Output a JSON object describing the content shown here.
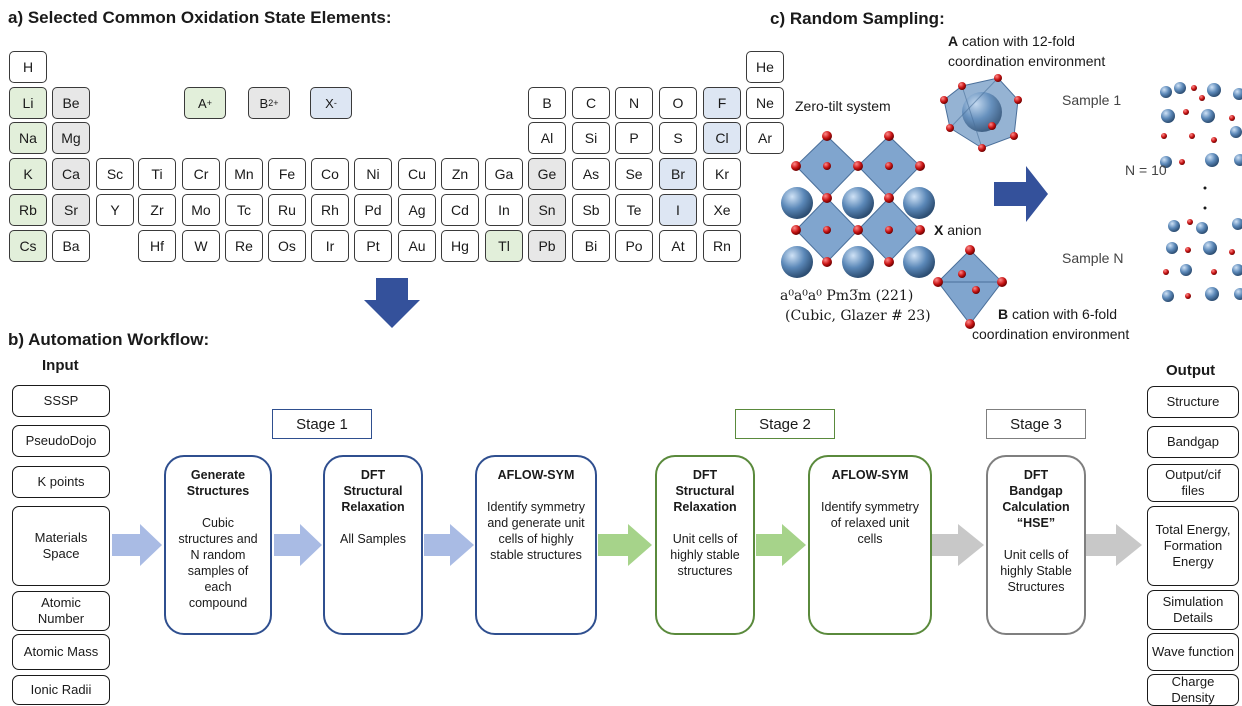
{
  "panel_a": {
    "title": "a) Selected Common Oxidation State Elements:",
    "legend": [
      {
        "key": "A",
        "base": "A",
        "sup": "+"
      },
      {
        "key": "B",
        "base": "B",
        "sup": "2+"
      },
      {
        "key": "X",
        "base": "X",
        "sup": "-"
      }
    ],
    "elements": [
      {
        "s": "H",
        "r": 0,
        "c": 0,
        "k": ""
      },
      {
        "s": "He",
        "r": 0,
        "c": 17,
        "k": ""
      },
      {
        "s": "Li",
        "r": 1,
        "c": 0,
        "k": "A"
      },
      {
        "s": "Be",
        "r": 1,
        "c": 1,
        "k": "B"
      },
      {
        "s": "B",
        "r": 1,
        "c": 12,
        "k": ""
      },
      {
        "s": "C",
        "r": 1,
        "c": 13,
        "k": ""
      },
      {
        "s": "N",
        "r": 1,
        "c": 14,
        "k": ""
      },
      {
        "s": "O",
        "r": 1,
        "c": 15,
        "k": ""
      },
      {
        "s": "F",
        "r": 1,
        "c": 16,
        "k": "X"
      },
      {
        "s": "Ne",
        "r": 1,
        "c": 17,
        "k": ""
      },
      {
        "s": "Na",
        "r": 2,
        "c": 0,
        "k": "A"
      },
      {
        "s": "Mg",
        "r": 2,
        "c": 1,
        "k": "B"
      },
      {
        "s": "Al",
        "r": 2,
        "c": 12,
        "k": ""
      },
      {
        "s": "Si",
        "r": 2,
        "c": 13,
        "k": ""
      },
      {
        "s": "P",
        "r": 2,
        "c": 14,
        "k": ""
      },
      {
        "s": "S",
        "r": 2,
        "c": 15,
        "k": ""
      },
      {
        "s": "Cl",
        "r": 2,
        "c": 16,
        "k": "X"
      },
      {
        "s": "Ar",
        "r": 2,
        "c": 17,
        "k": ""
      },
      {
        "s": "K",
        "r": 3,
        "c": 0,
        "k": "A"
      },
      {
        "s": "Ca",
        "r": 3,
        "c": 1,
        "k": "B"
      },
      {
        "s": "Sc",
        "r": 3,
        "c": 2,
        "k": ""
      },
      {
        "s": "Ti",
        "r": 3,
        "c": 3,
        "k": ""
      },
      {
        "s": "Cr",
        "r": 3,
        "c": 4,
        "k": ""
      },
      {
        "s": "Mn",
        "r": 3,
        "c": 5,
        "k": ""
      },
      {
        "s": "Fe",
        "r": 3,
        "c": 6,
        "k": ""
      },
      {
        "s": "Co",
        "r": 3,
        "c": 7,
        "k": ""
      },
      {
        "s": "Ni",
        "r": 3,
        "c": 8,
        "k": ""
      },
      {
        "s": "Cu",
        "r": 3,
        "c": 9,
        "k": ""
      },
      {
        "s": "Zn",
        "r": 3,
        "c": 10,
        "k": ""
      },
      {
        "s": "Ga",
        "r": 3,
        "c": 11,
        "k": ""
      },
      {
        "s": "Ge",
        "r": 3,
        "c": 12,
        "k": "B"
      },
      {
        "s": "As",
        "r": 3,
        "c": 13,
        "k": ""
      },
      {
        "s": "Se",
        "r": 3,
        "c": 14,
        "k": ""
      },
      {
        "s": "Br",
        "r": 3,
        "c": 15,
        "k": "X"
      },
      {
        "s": "Kr",
        "r": 3,
        "c": 16,
        "k": ""
      },
      {
        "s": "Rb",
        "r": 4,
        "c": 0,
        "k": "A"
      },
      {
        "s": "Sr",
        "r": 4,
        "c": 1,
        "k": "B"
      },
      {
        "s": "Y",
        "r": 4,
        "c": 2,
        "k": ""
      },
      {
        "s": "Zr",
        "r": 4,
        "c": 3,
        "k": ""
      },
      {
        "s": "Mo",
        "r": 4,
        "c": 4,
        "k": ""
      },
      {
        "s": "Tc",
        "r": 4,
        "c": 5,
        "k": ""
      },
      {
        "s": "Ru",
        "r": 4,
        "c": 6,
        "k": ""
      },
      {
        "s": "Rh",
        "r": 4,
        "c": 7,
        "k": ""
      },
      {
        "s": "Pd",
        "r": 4,
        "c": 8,
        "k": ""
      },
      {
        "s": "Ag",
        "r": 4,
        "c": 9,
        "k": ""
      },
      {
        "s": "Cd",
        "r": 4,
        "c": 10,
        "k": ""
      },
      {
        "s": "In",
        "r": 4,
        "c": 11,
        "k": ""
      },
      {
        "s": "Sn",
        "r": 4,
        "c": 12,
        "k": "B"
      },
      {
        "s": "Sb",
        "r": 4,
        "c": 13,
        "k": ""
      },
      {
        "s": "Te",
        "r": 4,
        "c": 14,
        "k": ""
      },
      {
        "s": "I",
        "r": 4,
        "c": 15,
        "k": "X"
      },
      {
        "s": "Xe",
        "r": 4,
        "c": 16,
        "k": ""
      },
      {
        "s": "Cs",
        "r": 5,
        "c": 0,
        "k": "A"
      },
      {
        "s": "Ba",
        "r": 5,
        "c": 1,
        "k": ""
      },
      {
        "s": "Hf",
        "r": 5,
        "c": 3,
        "k": ""
      },
      {
        "s": "W",
        "r": 5,
        "c": 4,
        "k": ""
      },
      {
        "s": "Re",
        "r": 5,
        "c": 5,
        "k": ""
      },
      {
        "s": "Os",
        "r": 5,
        "c": 6,
        "k": ""
      },
      {
        "s": "Ir",
        "r": 5,
        "c": 7,
        "k": ""
      },
      {
        "s": "Pt",
        "r": 5,
        "c": 8,
        "k": ""
      },
      {
        "s": "Au",
        "r": 5,
        "c": 9,
        "k": ""
      },
      {
        "s": "Hg",
        "r": 5,
        "c": 10,
        "k": ""
      },
      {
        "s": "Tl",
        "r": 5,
        "c": 11,
        "k": "A"
      },
      {
        "s": "Pb",
        "r": 5,
        "c": 12,
        "k": "B"
      },
      {
        "s": "Bi",
        "r": 5,
        "c": 13,
        "k": ""
      },
      {
        "s": "Po",
        "r": 5,
        "c": 14,
        "k": ""
      },
      {
        "s": "At",
        "r": 5,
        "c": 15,
        "k": ""
      },
      {
        "s": "Rn",
        "r": 5,
        "c": 16,
        "k": ""
      }
    ]
  },
  "panel_b": {
    "title": "b) Automation Workflow:",
    "input_header": "Input",
    "output_header": "Output",
    "inputs": [
      "SSSP",
      "PseudoDojo",
      "K points",
      "Materials Space",
      "Atomic Number",
      "Atomic Mass",
      "Ionic Radii"
    ],
    "outputs": [
      "Structure",
      "Bandgap",
      "Output/cif files",
      "Total Energy, Formation Energy",
      "Simulation Details",
      "Wave function",
      "Charge Density"
    ],
    "stage_labels": [
      "Stage 1",
      "Stage 2",
      "Stage 3"
    ],
    "steps": [
      {
        "header": "Generate Structures",
        "body": "Cubic structures and N random samples of each compound"
      },
      {
        "header": "DFT Structural Relaxation",
        "body": "All Samples"
      },
      {
        "header": "AFLOW-SYM",
        "body": "Identify symmetry and generate unit cells of highly stable structures"
      },
      {
        "header": "DFT Structural Relaxation",
        "body": "Unit cells of highly stable structures"
      },
      {
        "header": "AFLOW-SYM",
        "body": "Identify symmetry of relaxed unit cells"
      },
      {
        "header": "DFT Bandgap Calculation “HSE”",
        "body": "Unit cells of highly Stable Structures"
      }
    ],
    "colors": {
      "stage1": "#2f4f8f",
      "stage2": "#5a8a3c",
      "stage3": "#7f7f7f",
      "arrow1": "#a9bbe4",
      "arrow2": "#a6d38a",
      "arrow3": "#c8c8c8",
      "down_arrow": "#34519b"
    }
  },
  "panel_c": {
    "title": "c) Random Sampling:",
    "zero_tilt": "Zero-tilt system",
    "glazer_line1": "a⁰a⁰a⁰ Pm3̅m (221)",
    "glazer_line2": "(Cubic, Glazer # 23)",
    "a_cation_bold": "A",
    "a_cation_line1": " cation with 12-fold",
    "a_cation_line2": "coordination environment",
    "x_anion_bold": "X",
    "x_anion_rest": " anion",
    "b_cation_bold": "B",
    "b_cation_line1": " cation with 6-fold",
    "b_cation_line2": "coordination environment",
    "sample1": "Sample 1",
    "n_equals": "N = 10",
    "sampleN": "Sample N",
    "colors": {
      "octahedron": "#6a95c6",
      "anion": "#c81414",
      "cation": "#4f7fb0",
      "arrow": "#34519b"
    }
  }
}
